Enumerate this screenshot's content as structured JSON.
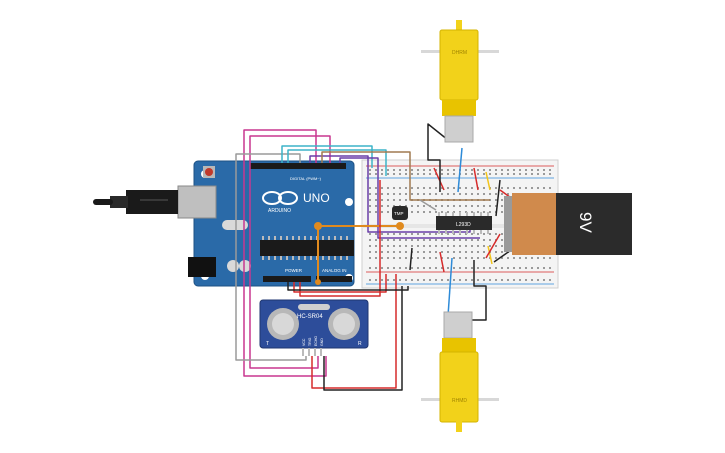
{
  "arduino": {
    "brand": "UNO",
    "sub_brand": "ARDUINO",
    "digital_header": "DIGITAL (PWM~)",
    "power_header": "POWER",
    "analog_header": "ANALOG IN",
    "board_color": "#2a6aa8"
  },
  "sensor": {
    "label": "HC-SR04",
    "pin_labels": [
      "VCC",
      "TRIG",
      "ECHO",
      "GND"
    ],
    "left_mark": "T",
    "right_mark": "R"
  },
  "driver_chip": {
    "label": "L293D"
  },
  "tmp_sensor": {
    "label": "TMP"
  },
  "battery": {
    "label": "9V",
    "colors": {
      "body": "#2b2b2b",
      "terminal": "#d08a4c"
    }
  },
  "motors": [
    {
      "name": "top-motor",
      "label": "DHRM"
    },
    {
      "name": "bottom-motor",
      "label": "RHMD"
    }
  ],
  "wire_colors": {
    "red": "#d62b2b",
    "black": "#222222",
    "blue": "#2e8bd8",
    "magenta": "#c8378f",
    "purple": "#6a3fa8",
    "orange": "#e08a1e",
    "gray": "#9a9a9a",
    "brown": "#a07a50",
    "yellow": "#f2c41a",
    "teal": "#3db3c8"
  }
}
